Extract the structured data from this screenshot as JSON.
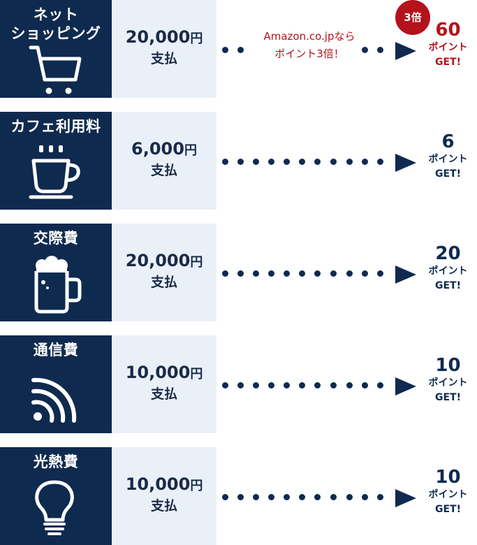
{
  "colors": {
    "navy": "#0f2a4f",
    "light_blue": "#eaf0f8",
    "accent_red": "#b5121b"
  },
  "rows": [
    {
      "category": "ネット\nショッピング",
      "icon": "shopping-cart-icon",
      "amount": "20,000",
      "unit": "円",
      "pay": "支払",
      "note": "Amazon.co.jpなら\nポイント3倍！",
      "badge": "3倍",
      "points": "60",
      "points_unit": "ポイント",
      "get": "GET!"
    },
    {
      "category": "カフェ利用料",
      "icon": "coffee-cup-icon",
      "amount": "6,000",
      "unit": "円",
      "pay": "支払",
      "points": "6",
      "points_unit": "ポイント",
      "get": "GET!"
    },
    {
      "category": "交際費",
      "icon": "beer-mug-icon",
      "amount": "20,000",
      "unit": "円",
      "pay": "支払",
      "points": "20",
      "points_unit": "ポイント",
      "get": "GET!"
    },
    {
      "category": "通信費",
      "icon": "wifi-signal-icon",
      "amount": "10,000",
      "unit": "円",
      "pay": "支払",
      "points": "10",
      "points_unit": "ポイント",
      "get": "GET!"
    },
    {
      "category": "光熱費",
      "icon": "light-bulb-icon",
      "amount": "10,000",
      "unit": "円",
      "pay": "支払",
      "points": "10",
      "points_unit": "ポイント",
      "get": "GET!"
    }
  ]
}
